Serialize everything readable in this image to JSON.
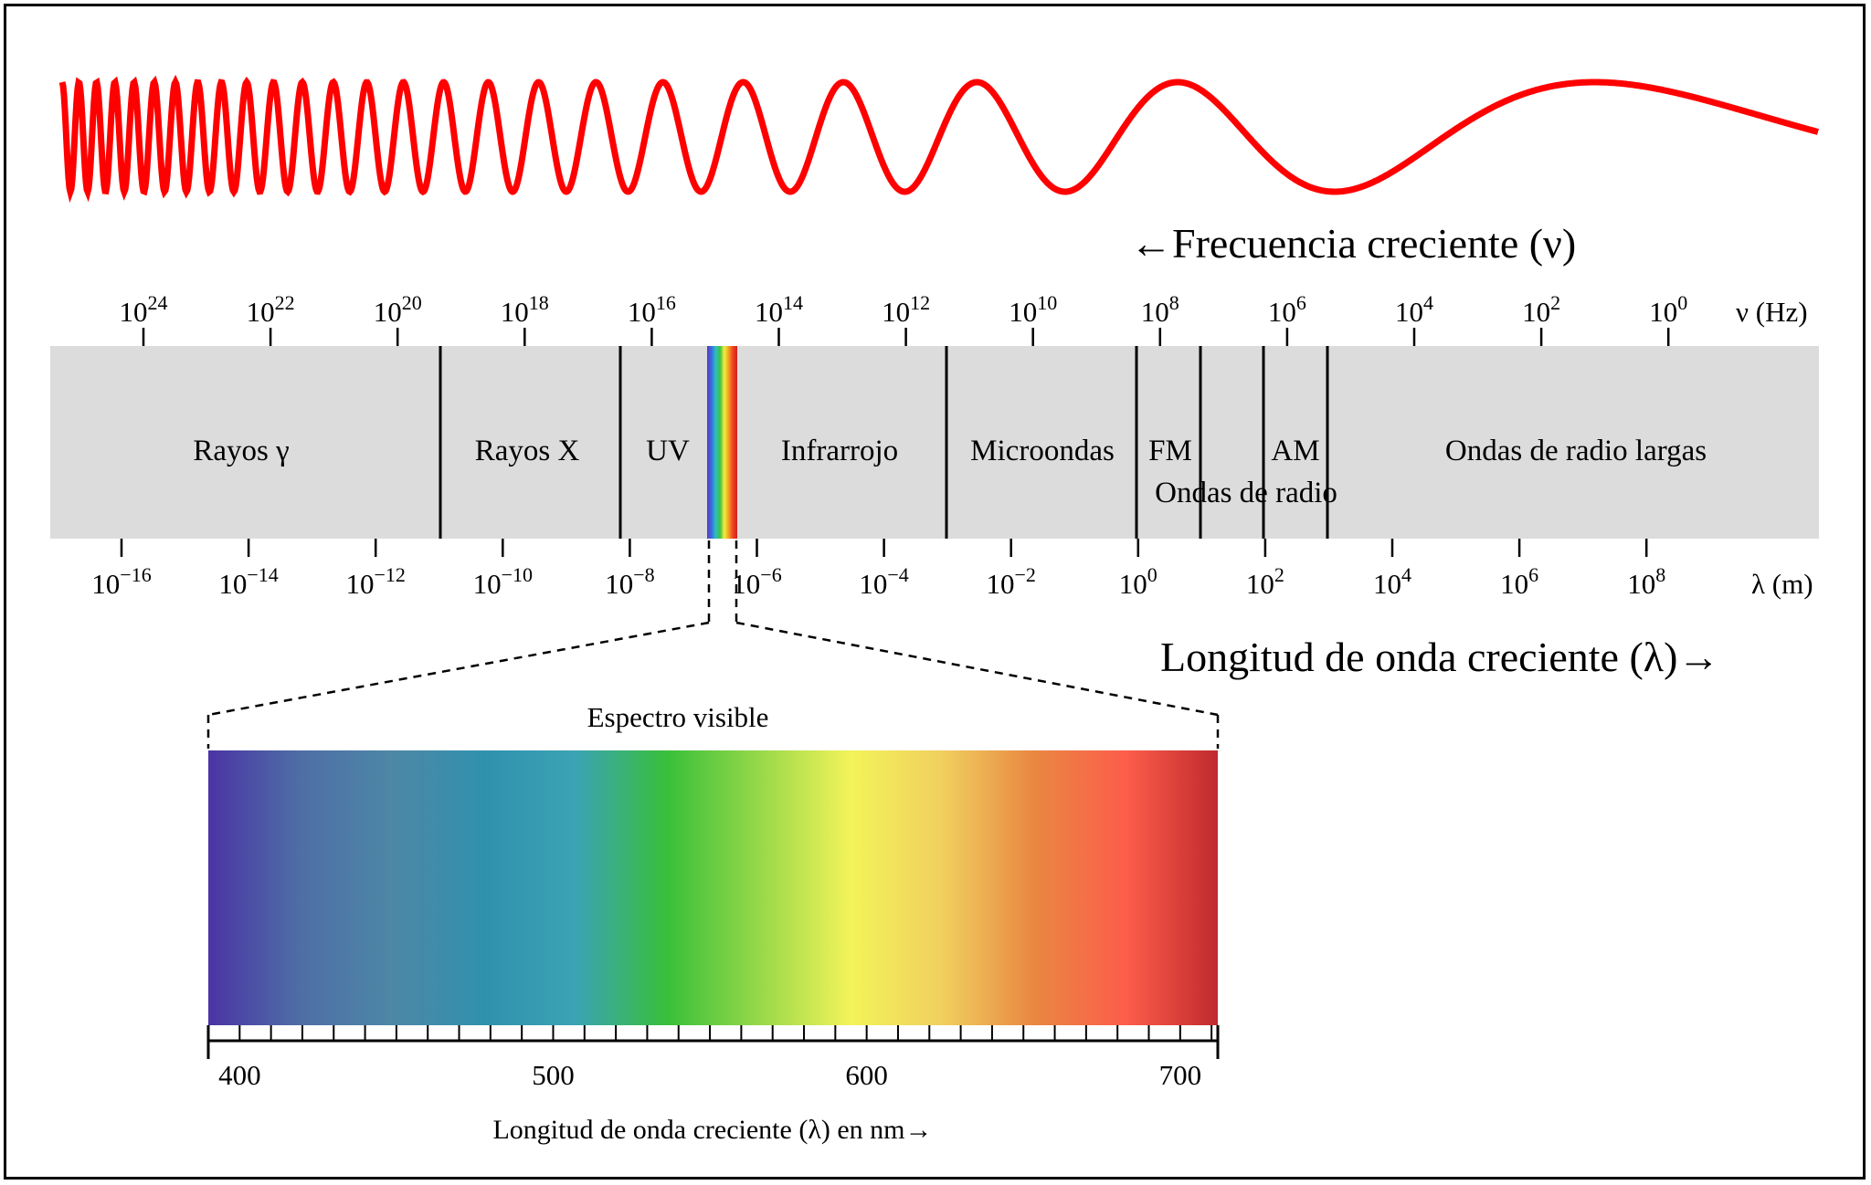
{
  "frequency_arrow": "←Frecuencia creciente (ν)",
  "wavelength_arrow": "Longitud de onda creciente (λ)→",
  "frequency_axis": {
    "unit": "ν (Hz)",
    "base": "10",
    "exponents": [
      "24",
      "22",
      "20",
      "18",
      "16",
      "14",
      "12",
      "10",
      "8",
      "6",
      "4",
      "2",
      "0"
    ]
  },
  "wavelength_axis": {
    "unit": "λ (m)",
    "base": "10",
    "exponents": [
      "−16",
      "−14",
      "−12",
      "−10",
      "−8",
      "−6",
      "−4",
      "−2",
      "0",
      "2",
      "4",
      "6",
      "8"
    ]
  },
  "bands": [
    {
      "id": "gamma",
      "label": "Rayos γ"
    },
    {
      "id": "xray",
      "label": "Rayos X"
    },
    {
      "id": "uv",
      "label": "UV"
    },
    {
      "id": "infrared",
      "label": "Infrarrojo"
    },
    {
      "id": "microwave",
      "label": "Microondas"
    },
    {
      "id": "fm",
      "label": "FM"
    },
    {
      "id": "am",
      "label": "AM"
    },
    {
      "id": "longwave",
      "label": "Ondas de radio largas"
    }
  ],
  "radio_label": "Ondas de radio",
  "visible": {
    "title": "Espectro visible",
    "axis_label": "Longitud de onda creciente (λ) en nm→",
    "range_nm": [
      390,
      712
    ],
    "tick_labels": [
      "400",
      "500",
      "600",
      "700"
    ],
    "tick_label_values": [
      400,
      500,
      600,
      700
    ],
    "minor_tick_step_nm": 10,
    "gradient_colors": [
      "#4b34a4",
      "#4e6ea6",
      "#4d87a6",
      "#3191ad",
      "#3aa3b4",
      "#39bf3a",
      "#97d849",
      "#f3f35a",
      "#f0cf5e",
      "#e98742",
      "#fd5d4a",
      "#c02a2e"
    ]
  },
  "colors": {
    "wave": "#ff0000",
    "band_fill": "#dcdcdc",
    "visible_strip": [
      "#5a3ac4",
      "#3a6ae0",
      "#2ac0c0",
      "#40c040",
      "#f0f040",
      "#f0a020",
      "#f04020",
      "#d02020"
    ]
  }
}
